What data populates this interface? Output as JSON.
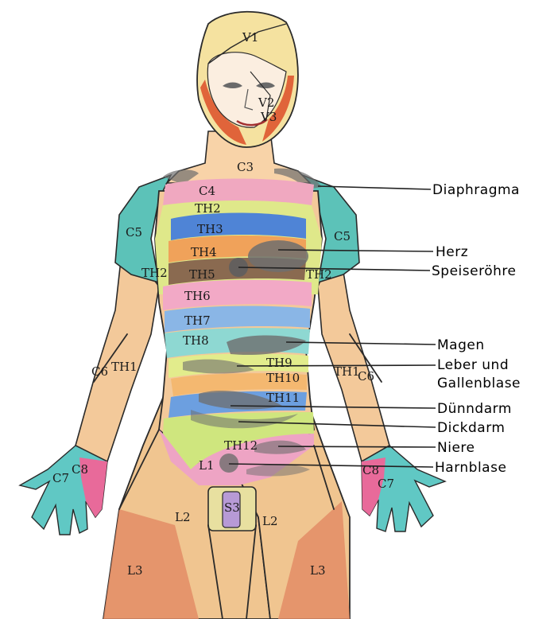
{
  "zones": {
    "v1": "V1",
    "v2": "V2",
    "v3": "V3",
    "c3": "C3",
    "c4": "C4",
    "c5_left": "C5",
    "c5_right": "C5",
    "th2_top": "TH2",
    "th3": "TH3",
    "th4": "TH4",
    "th5": "TH5",
    "th6": "TH6",
    "th7": "TH7",
    "th8": "TH8",
    "th9": "TH9",
    "th10": "TH10",
    "th11": "TH11",
    "th12": "TH12",
    "th2_left": "TH2",
    "th2_right": "TH2",
    "c6_left": "C6",
    "c6_right": "C6",
    "th1_left": "TH1",
    "th1_right": "TH1",
    "c7_left": "C7",
    "c8_left": "C8",
    "c7_right": "C7",
    "c8_right": "C8",
    "l1": "L1",
    "l2_left": "L2",
    "l2_right": "L2",
    "l3_left": "L3",
    "l3_right": "L3",
    "s3": "S3"
  },
  "organs": {
    "diaphragma": "Diaphragma",
    "herz": "Herz",
    "speiseroehre": "Speiseröhre",
    "magen": "Magen",
    "leber_line1": "Leber und",
    "leber_line2": "Gallenblase",
    "duenndarm": "Dünndarm",
    "dickdarm": "Dickdarm",
    "niere": "Niere",
    "harnblase": "Harnblase"
  },
  "colors": {
    "skin": "#f3c99a",
    "head_top": "#f5e2a0",
    "face_orange": "#e0643a",
    "c3": "#f8d3a8",
    "c4_pink": "#f0a8c0",
    "c5_teal": "#5cc2b8",
    "th2_yellow": "#dfe88a",
    "th3_blue": "#4f84d6",
    "th4_orange": "#f0a25a",
    "th5_brown": "#8a6a50",
    "th6_pink": "#f2a9c6",
    "th7_blue": "#8ab6e6",
    "th8_teal": "#8ed8d2",
    "th9_yellow": "#e2ec8c",
    "th10_orange": "#f4b870",
    "th11_blue": "#6c9fe0",
    "th12_green": "#cfe67e",
    "l1_pink": "#eea4c4",
    "l2_skin": "#f0c590",
    "l3_red": "#e38c66",
    "hand_teal": "#60c8c4",
    "hand_pink": "#e86a9a",
    "s3_purple": "#b79ad6",
    "organ_gray": "#6e6e6e"
  }
}
